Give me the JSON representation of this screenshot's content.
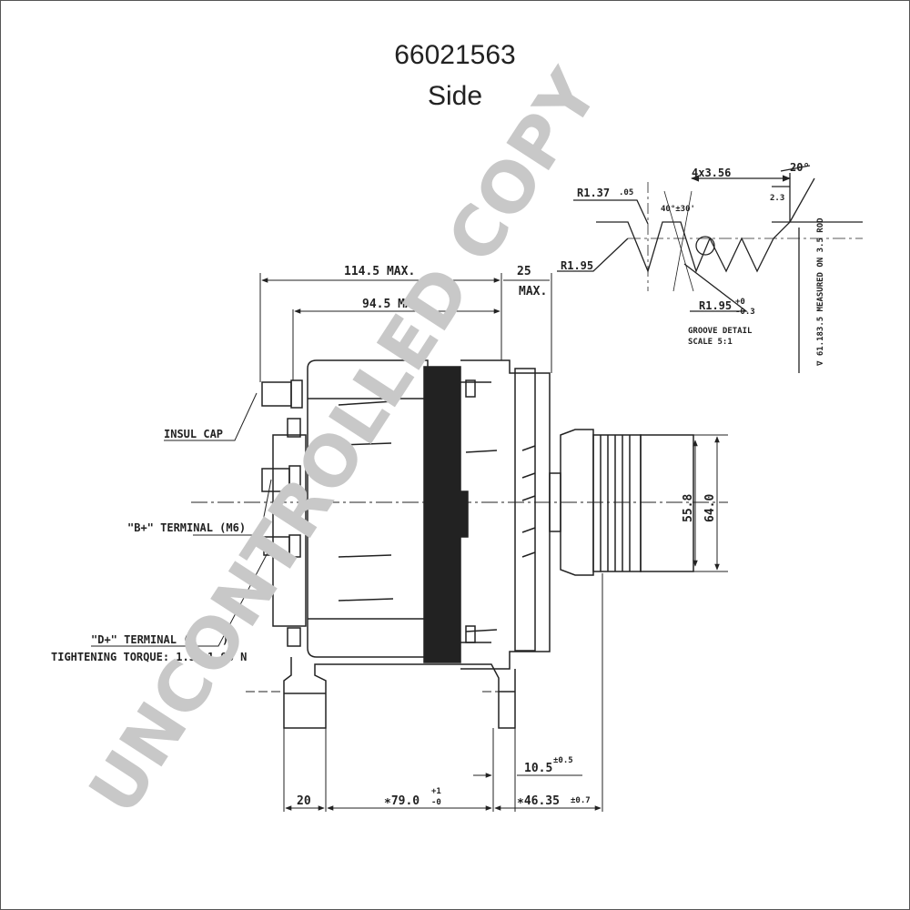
{
  "header": {
    "part_number": "66021563",
    "view": "Side"
  },
  "dimensions": {
    "overall_max": "114.5 MAX.",
    "body_max": "94.5 MAX.",
    "front_max_value": "25",
    "front_max_suffix": "MAX.",
    "bottom_left": "20",
    "bottom_mid": "∗79.0",
    "bottom_mid_tol_plus": "+1",
    "bottom_mid_tol_minus": "-0",
    "bottom_right": "∗46.35",
    "bottom_right_tol": "±0.7",
    "flange": "10.5",
    "flange_tol": "±0.5",
    "pulley_inner": "55.8",
    "pulley_outer": "64.0"
  },
  "callouts": {
    "insul_cap": "INSUL CAP",
    "b_plus_terminal": "\"B+\" TERMINAL (M6)",
    "d_plus_terminal": "\"D+\" TERMINAL (M",
    "d_plus_terminal_end": ")",
    "torque": "TIGHTENING TORQUE: 1.57",
    "torque_end": "1.96 N"
  },
  "groove_detail": {
    "r1": "R1.37",
    "r1_tol": ".05",
    "pitch": "4x3.56",
    "angle": "20°",
    "inner_angle": "40°±30'",
    "depth": "2.3",
    "r2": "R1.95",
    "r3": "R1.95",
    "r3_tol_plus": "+0",
    "r3_tol_minus": "-0.3",
    "caption_line1": "GROOVE DETAIL",
    "caption_line2": "SCALE 5:1",
    "vertical_note": "∇ 61.183.5 MEASURED ON 3.5 ROD"
  },
  "watermark": "UNCONTROLLED COPY"
}
